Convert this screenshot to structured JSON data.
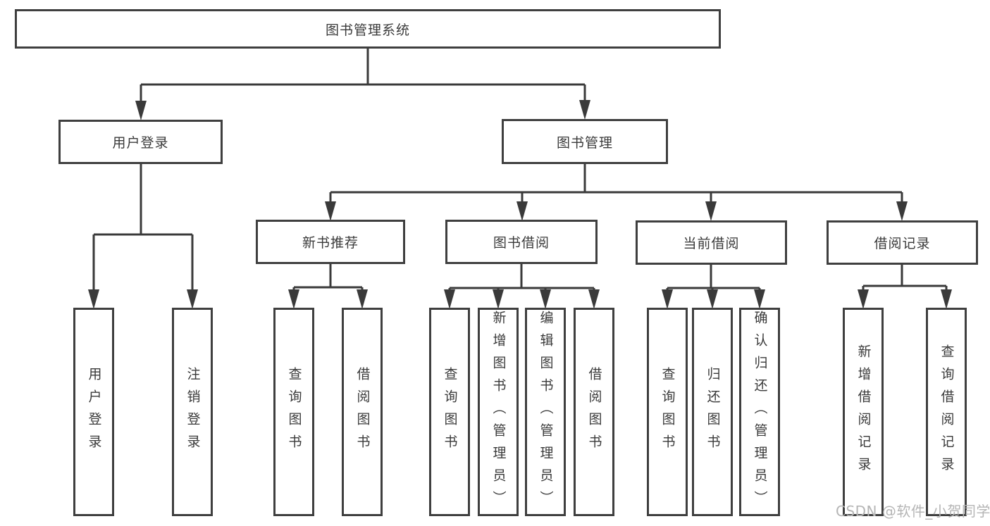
{
  "tree": {
    "root": {
      "label": "图书管理系统"
    },
    "branches": [
      {
        "label": "用户登录",
        "children": [
          {
            "label": "用户登录"
          },
          {
            "label": "注销登录"
          }
        ]
      },
      {
        "label": "图书管理",
        "groups": [
          {
            "label": "新书推荐",
            "children": [
              {
                "label": "查询图书"
              },
              {
                "label": "借阅图书"
              }
            ]
          },
          {
            "label": "图书借阅",
            "children": [
              {
                "label": "查询图书"
              },
              {
                "label": "新增图书（管理员）"
              },
              {
                "label": "编辑图书（管理员）"
              },
              {
                "label": "借阅图书"
              }
            ]
          },
          {
            "label": "当前借阅",
            "children": [
              {
                "label": "查询图书"
              },
              {
                "label": "归还图书"
              },
              {
                "label": "确认归还（管理员）"
              }
            ]
          },
          {
            "label": "借阅记录",
            "children": [
              {
                "label": "新增借阅记录"
              },
              {
                "label": "查询借阅记录"
              }
            ]
          }
        ]
      }
    ]
  },
  "watermark": {
    "label": "CSDN @软件_小贺同学"
  },
  "colors": {
    "line": "#3a3a3a",
    "box_border": "#3f3f3f",
    "box_background": "#ffffff",
    "text": "#3a3a3a",
    "watermark_text": "#b5b5b5",
    "page_background": "#ffffff"
  }
}
